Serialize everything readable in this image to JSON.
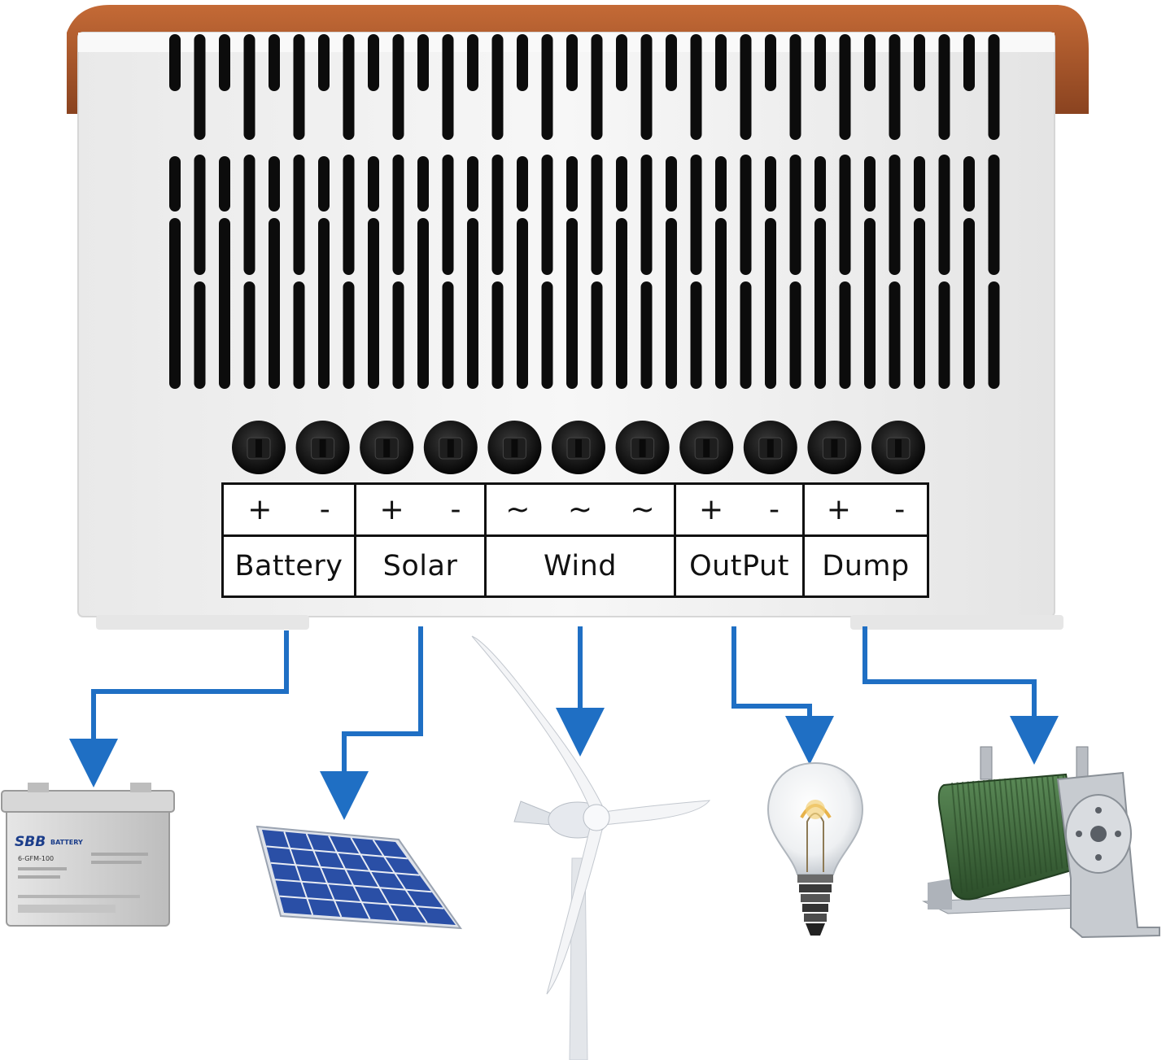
{
  "terminals": [
    {
      "id": "battery",
      "signs": [
        "+",
        "-"
      ],
      "label": "Battery",
      "device": "battery"
    },
    {
      "id": "solar",
      "signs": [
        "+",
        "-"
      ],
      "label": "Solar",
      "device": "solar-panel"
    },
    {
      "id": "wind",
      "signs": [
        "~",
        "~",
        "~"
      ],
      "label": "Wind",
      "device": "wind-turbine"
    },
    {
      "id": "output",
      "signs": [
        "+",
        "-"
      ],
      "label": "OutPut",
      "device": "light-bulb"
    },
    {
      "id": "dump",
      "signs": [
        "+",
        "-"
      ],
      "label": "Dump",
      "device": "dump-resistor"
    }
  ],
  "battery_markings": {
    "brand": "SBB",
    "brand_line2": "BATTERY",
    "model": "6-GFM-100"
  },
  "colors": {
    "housing": "#f2f2f2",
    "cap": "#a9582b",
    "slot": "#0c0c0c",
    "arrow": "#1f6fc4",
    "panel": "#2a4fa6",
    "resistor": "#3d6b3a"
  },
  "connector_count": 11
}
